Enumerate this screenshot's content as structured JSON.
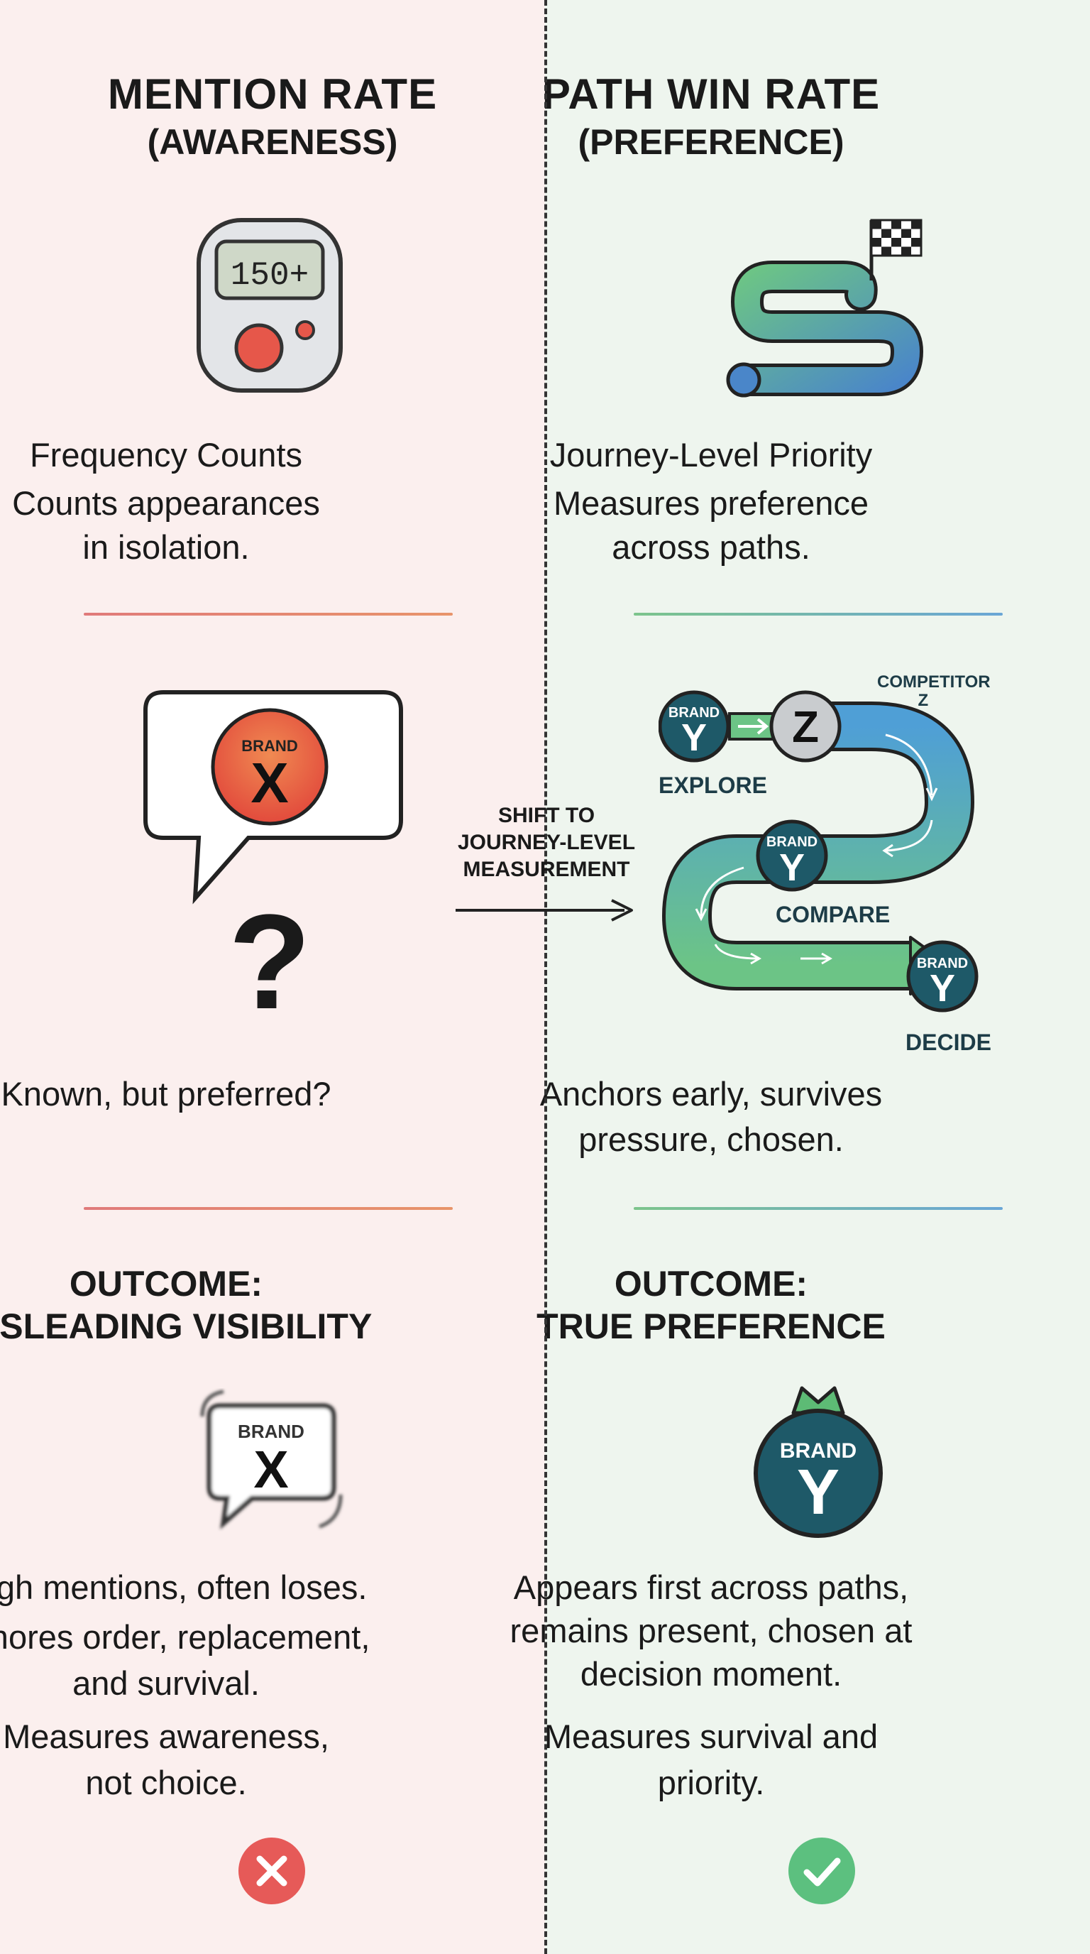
{
  "left": {
    "title": "MENTION RATE",
    "subtitle": "(AWARENESS)",
    "counter_display": "150+",
    "heading": "Frequency Counts",
    "desc_line1": "Counts appearances",
    "desc_line2": "in isolation.",
    "brand_label": "BRAND",
    "brand_letter": "X",
    "question_mark": "?",
    "question_caption": "Known, but preferred?",
    "outcome_title": "OUTCOME:",
    "outcome_sub": "MISLEADING VISIBILITY",
    "outcome_brand_label": "BRAND",
    "outcome_brand_letter": "X",
    "outcome_line1": "High mentions, often loses.",
    "outcome_line2": "Ignores order, replacement,",
    "outcome_line3": "and survival.",
    "outcome_line4": "Measures awareness,",
    "outcome_line5": "not choice.",
    "accent": "#e2675b",
    "status_icon": "x-circle-icon"
  },
  "center": {
    "shift_line1": "SHIFT TO",
    "shift_line2": "JOURNEY-LEVEL",
    "shift_line3": "MEASUREMENT"
  },
  "right": {
    "title": "PATH WIN RATE",
    "subtitle": "(PREFERENCE)",
    "heading": "Journey-Level Priority",
    "desc_line1": "Measures preference",
    "desc_line2": "across paths.",
    "brand_label": "BRAND",
    "brand_letter": "Y",
    "competitor_letter": "Z",
    "competitor_label_1": "COMPETITOR",
    "competitor_label_2": "Z",
    "step_explore": "EXPLORE",
    "step_compare": "COMPARE",
    "step_decide": "DECIDE",
    "journey_line1": "Anchors early, survives",
    "journey_line2": "pressure, chosen.",
    "outcome_title": "OUTCOME:",
    "outcome_sub": "TRUE PREFERENCE",
    "outcome_brand_label": "BRAND",
    "outcome_brand_letter": "Y",
    "outcome_line1": "Appears first across paths,",
    "outcome_line2": "remains present, chosen at",
    "outcome_line3": "decision moment.",
    "outcome_line4": "Measures survival and",
    "outcome_line5": "priority.",
    "accent": "#2f7a8c",
    "status_icon": "check-circle-icon"
  }
}
